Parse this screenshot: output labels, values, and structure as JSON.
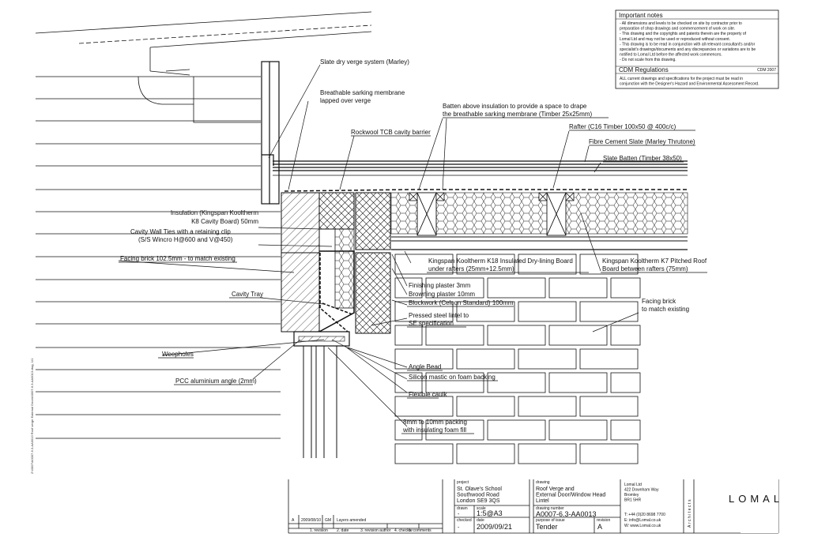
{
  "notes": {
    "heading": "Important notes",
    "lines": [
      "- All dimensions and levels to be checked on site by contractor prior to",
      "preparation of shop drawings and commencement of work on site.",
      "- This drawing and the copyrights and patents therein are the property of",
      "Lomal Ltd and may not be used or reproduced without consent.",
      "- This drawing is to be read in conjunction with all relevant consultant's and/or",
      "specialist's drawings/documents and any discrepancies or variations are to be",
      "notified to Lomal Ltd before the affected work commences.",
      "- Do not scale from this drawing."
    ],
    "cdm_heading": "CDM Regulations",
    "cdm_code": "CDM 2007",
    "cdm_lines": [
      "ALL current drawings and specifications for the project must be read in",
      "conjunction with the Designer's Hazard and Environmental Assessment Record."
    ]
  },
  "labels": {
    "verge": "Slate dry verge system (Marley)",
    "sarking_1": "Breathable sarking membrane",
    "sarking_2": "lapped over verge",
    "batten_above_1": "Batten above insulation to provide a space to drape",
    "batten_above_2": "the breathable sarking membrane (Timber 25x25mm)",
    "rockwool": "Rockwool TCB cavity barrier",
    "rafter": "Rafter (C16 Timber 100x50 @ 400c/c)",
    "fibre": "Fibre Cement Slate (Marley Thrutone)",
    "slate_batten": "Slate Batten (Timber 38x50)",
    "insulation_1": "Insulation (Kingspan Kooltherm",
    "insulation_2": "K8 Cavity Board) 50mm",
    "ties_1": "Cavity Wall Ties with a retaining clip",
    "ties_2": "(S/S Wincro H@600 and V@450)",
    "facing_brick": "Facing brick 102.5mm - to match existing",
    "k18_1": "Kingspan Kooltherm K18 Insulated Dry-lining Board",
    "k18_2": "under rafters (25mm+12.5mm)",
    "k7_1": "Kingspan Kooltherm K7 Pitched Roof",
    "k7_2": "Board between rafters (75mm)",
    "finishing": "Finishing plaster 3mm",
    "browning": "Browning plaster 10mm",
    "blockwork": "Blockwork (Celcon Standard) 100mm",
    "cavity_tray": "Cavity Tray",
    "lintel_1": "Pressed steel lintel to",
    "lintel_2": "SE specification",
    "facing_brick_r1": "Facing brick",
    "facing_brick_r2": "to match existing",
    "weepholes": "Weepholes",
    "angle_bead": "Angle Bead",
    "silicon": "Silicon mastic on foam backing",
    "pcc": "PCC aluminium angle (2mm)",
    "caulk": "Flexible caulk",
    "packing_1": "8mm to 10mm packing",
    "packing_2": "with insulating foam fill"
  },
  "side_path": "Z:\\0007\\A0007-6.3-AA0013 Roof verge External Door\\A0007-6.3-AA0013.dwg, 1/1",
  "title_block": {
    "revisions": {
      "rev": "A",
      "date": "2009/08/10",
      "author": "GM",
      "desc": "Layers amended",
      "col_headers": [
        "1. revision",
        "2. date",
        "3. revision author",
        "4. checker",
        "5. comments"
      ]
    },
    "project_label": "project",
    "project_lines": [
      "St. Olave's School",
      "Southwood Road",
      "London SE9 3QS"
    ],
    "drawn_label": "drawn",
    "drawn_value": "-",
    "scale_label": "scale",
    "scale_value": "1:5@A3",
    "checked_label": "checked",
    "checked_value": "-",
    "date_label": "date",
    "date_value": "2009/09/21",
    "drawing_label": "drawing",
    "drawing_lines": [
      "Roof Verge and",
      "External Door/Window Head",
      "Lintel"
    ],
    "number_label": "drawing number",
    "number_value": "A0007-6.3-AA0013",
    "purpose_label": "purpose of issue",
    "purpose_value": "Tender",
    "revision_label": "revision",
    "revision_value": "A",
    "company_lines": [
      "Lomal Ltd",
      "422 Downham Way",
      "Bromley",
      "BR1 5HR"
    ],
    "contact_lines": [
      "T:  +44 (0)20 8698 7700",
      "E:  info@Lomal.co.uk",
      "W: www.Lomal.co.uk"
    ],
    "architects": "Architects",
    "logo": "LOMAL"
  }
}
